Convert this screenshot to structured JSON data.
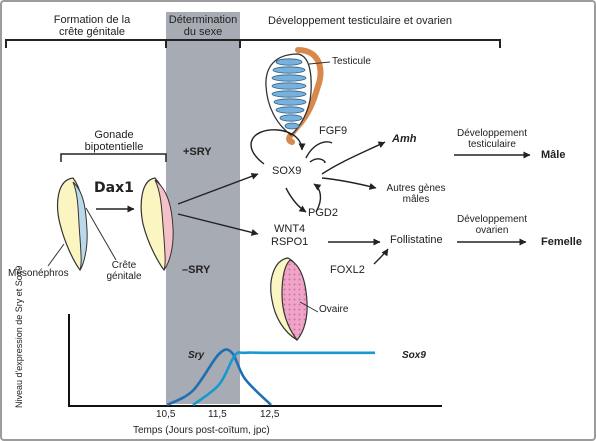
{
  "headers": {
    "formation_line1": "Formation de la",
    "formation_line2": "crête génitale",
    "determination_line1": "Détermination",
    "determination_line2": "du sexe",
    "development": "Développement testiculaire et ovarien"
  },
  "labels": {
    "gonade_line1": "Gonade",
    "gonade_line2": "bipotentielle",
    "dax1": "Dax1",
    "plus_sry": "+SRY",
    "minus_sry": "–SRY",
    "mesonephros": "Mésonéphros",
    "crete_line1": "Crête",
    "crete_line2": "génitale",
    "testicule": "Testicule",
    "ovaire": "Ovaire",
    "fgf9": "FGF9",
    "sox9": "SOX9",
    "pgd2": "PGD2",
    "amh": "Amh",
    "autres_line1": "Autres gènes",
    "autres_line2": "mâles",
    "wnt4": "WNT4",
    "rspo1": "RSPO1",
    "foxl2": "FOXL2",
    "follistatine": "Follistatine",
    "dev_testiculaire_line1": "Développement",
    "dev_testiculaire_line2": "testiculaire",
    "male": "Mâle",
    "dev_ovarien_line1": "Développement",
    "dev_ovarien_line2": "ovarien",
    "femelle": "Femelle"
  },
  "chart_data": {
    "type": "line",
    "ylabel": "Niveau d'expression de Sry et Sox9",
    "xlabel": "Temps (Jours post-coïtum, jpc)",
    "ticks": [
      "10,5",
      "11,5",
      "12,5"
    ],
    "series": [
      {
        "name": "Sry",
        "x": [
          10.5,
          11.0,
          11.5,
          11.75,
          12.0,
          12.5
        ],
        "y": [
          0,
          0.25,
          0.88,
          0.9,
          0.45,
          0
        ]
      },
      {
        "name": "Sox9",
        "x": [
          11.0,
          11.5,
          11.8,
          12.0,
          12.5,
          14.5
        ],
        "y": [
          0,
          0.35,
          0.85,
          0.9,
          0.9,
          0.9
        ]
      }
    ],
    "colors": {
      "Sry": "#1f6fb3",
      "Sox9": "#1799d0"
    }
  },
  "colors": {
    "shade": "#a7abb3",
    "testis_blue": "#78b2dc",
    "ovary_pink": "#eea5c8",
    "gonad_pink": "#f4c1c8",
    "meso_yellow": "#fbf5c2",
    "crest_blue": "#bcd9ec",
    "epididymis": "#d8884a"
  }
}
